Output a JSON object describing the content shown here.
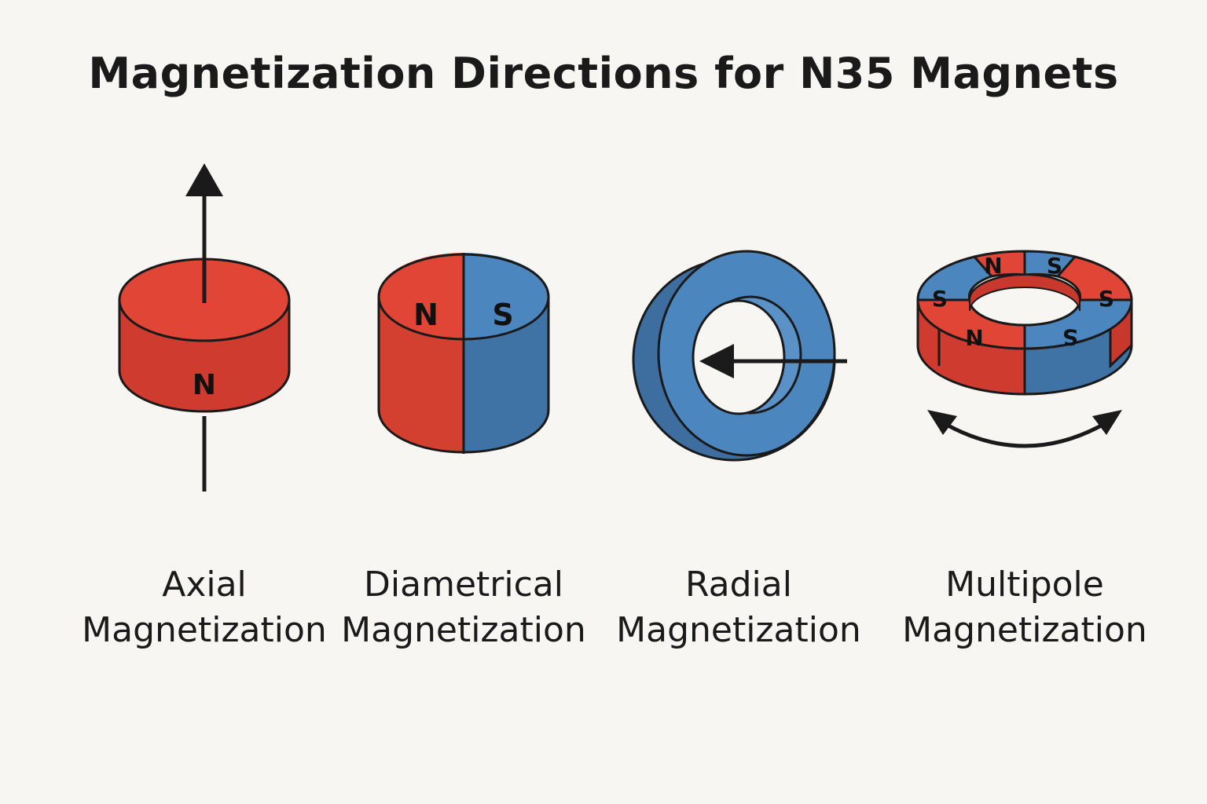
{
  "title": "Magnetization Directions for N35 Magnets",
  "colors": {
    "north_red": "#e04535",
    "north_red_dark": "#c8382c",
    "south_blue": "#4c86bf",
    "south_blue_dark": "#3d6e9f",
    "outline": "#1a1a1a",
    "background": "#f7f6f3"
  },
  "panels": [
    {
      "id": "axial",
      "caption_line1": "Axial",
      "caption_line2": "Magnetization",
      "pole_labels": [
        "N"
      ],
      "icon": "axial-arrow"
    },
    {
      "id": "diametrical",
      "caption_line1": "Diametrical",
      "caption_line2": "Magnetization",
      "pole_labels": [
        "N",
        "S"
      ]
    },
    {
      "id": "radial",
      "caption_line1": "Radial",
      "caption_line2": "Magnetization",
      "icon": "radial-arrow"
    },
    {
      "id": "multipole",
      "caption_line1": "Multipole",
      "caption_line2": "Magnetization",
      "pole_labels": [
        "N",
        "S",
        "S",
        "S",
        "N",
        "S"
      ],
      "icon": "curved-double-arrow"
    }
  ]
}
